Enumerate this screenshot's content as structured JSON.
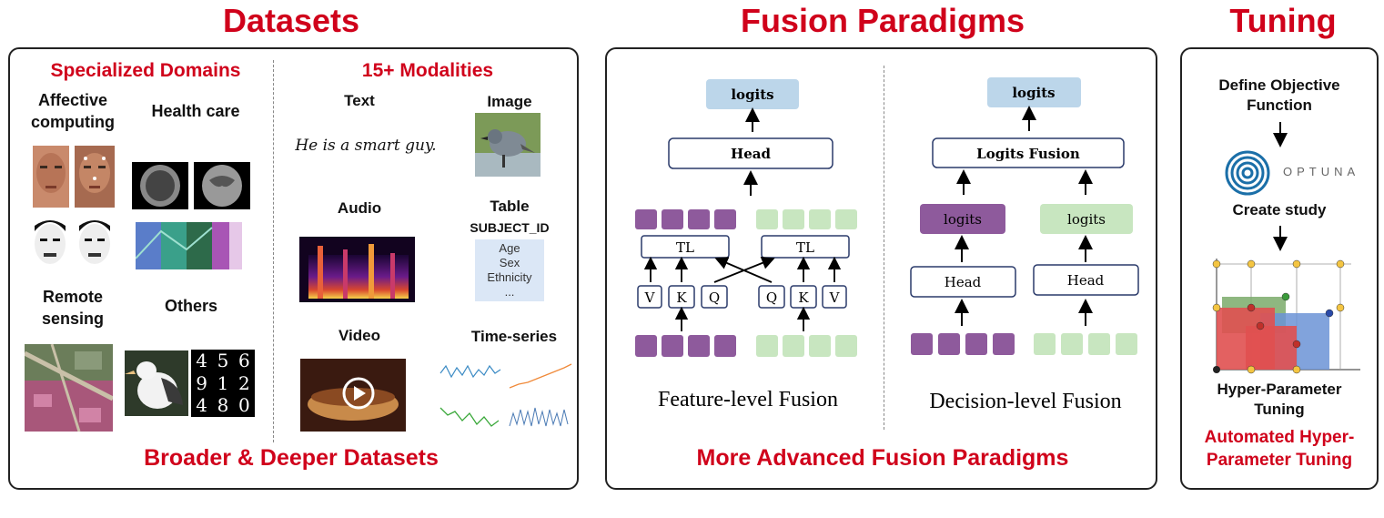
{
  "titles": {
    "datasets": "Datasets",
    "fusion": "Fusion Paradigms",
    "tuning": "Tuning"
  },
  "datasets": {
    "specialized_domains": "Specialized Domains",
    "affective": [
      "Affective",
      "computing"
    ],
    "health_care": "Health care",
    "remote": [
      "Remote",
      "sensing"
    ],
    "others": "Others",
    "modalities": "15+ Modalities",
    "text": "Text",
    "text_example": "He is a smart guy.",
    "image": "Image",
    "audio": "Audio",
    "table": "Table",
    "table_header": "SUBJECT_ID",
    "table_rows": [
      "Age",
      "Sex",
      "Ethnicity",
      "..."
    ],
    "video": "Video",
    "timeseries": "Time-series",
    "mnist_digits": [
      "4",
      "5",
      "6",
      "9",
      "1",
      "2",
      "4",
      "8",
      "0"
    ],
    "footer": "Broader & Deeper Datasets"
  },
  "fusion": {
    "logits": "logits",
    "head": "Head",
    "tl": "TL",
    "v": "V",
    "k": "K",
    "q": "Q",
    "logits_fusion": "Logits Fusion",
    "feature_caption": "Feature-level Fusion",
    "decision_caption": "Decision-level Fusion",
    "footer": "More Advanced Fusion Paradigms",
    "colors": {
      "purple": "#8e5a9c",
      "green": "#c8e6c0",
      "blue": "#bcd6ea"
    }
  },
  "tuning": {
    "objective": [
      "Define Objective",
      "Function"
    ],
    "optuna": "OPTUNA",
    "create_study": "Create study",
    "hp": [
      "Hyper-Parameter",
      "Tuning"
    ],
    "footer": [
      "Automated Hyper-",
      "Parameter Tuning"
    ]
  }
}
